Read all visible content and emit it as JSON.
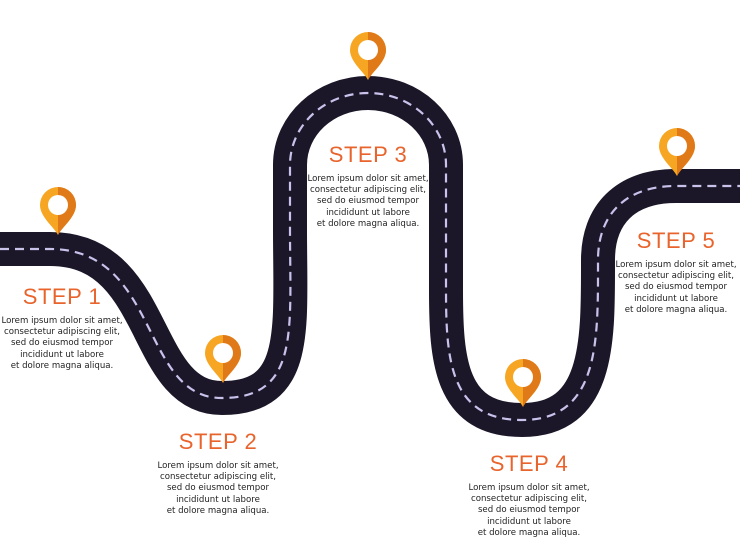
{
  "colors": {
    "road": "#1b1628",
    "dash": "#c9c3ec",
    "pin_outer": "#f6a623",
    "pin_shade": "#e07a18",
    "pin_inner": "#ffffff",
    "title": "#e8642c",
    "text": "#222222"
  },
  "steps": [
    {
      "title": "STEP 1",
      "lines": [
        "Lorem ipsum dolor sit amet,",
        "consectetur adipiscing elit,",
        "sed do eiusmod tempor",
        "incididunt ut labore",
        "et dolore magna aliqua."
      ]
    },
    {
      "title": "STEP 2",
      "lines": [
        "Lorem ipsum dolor sit amet,",
        "consectetur adipiscing elit,",
        "sed do eiusmod tempor",
        "incididunt ut labore",
        "et dolore magna aliqua."
      ]
    },
    {
      "title": "STEP 3",
      "lines": [
        "Lorem ipsum dolor sit amet,",
        "consectetur adipiscing elit,",
        "sed do eiusmod tempor",
        "incididunt ut labore",
        "et dolore magna aliqua."
      ]
    },
    {
      "title": "STEP 4",
      "lines": [
        "Lorem ipsum dolor sit amet,",
        "consectetur adipiscing elit,",
        "sed do eiusmod tempor",
        "incididunt ut labore",
        "et dolore magna aliqua."
      ]
    },
    {
      "title": "STEP 5",
      "lines": [
        "Lorem ipsum dolor sit amet,",
        "consectetur adipiscing elit,",
        "sed do eiusmod tempor",
        "incididunt ut labore",
        "et dolore magna aliqua."
      ]
    }
  ]
}
